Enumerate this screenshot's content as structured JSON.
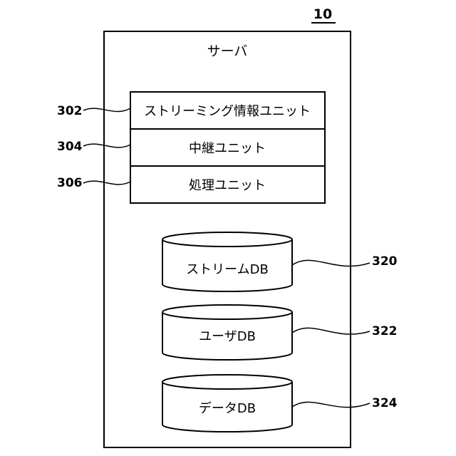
{
  "figure": {
    "number": "10"
  },
  "server": {
    "title": "サーバ"
  },
  "units": [
    {
      "label": "ストリーミング情報ユニット",
      "ref": "302"
    },
    {
      "label": "中継ユニット",
      "ref": "304"
    },
    {
      "label": "処理ユニット",
      "ref": "306"
    }
  ],
  "databases": [
    {
      "label": "ストリームDB",
      "ref": "320"
    },
    {
      "label": "ユーザDB",
      "ref": "322"
    },
    {
      "label": "データDB",
      "ref": "324"
    }
  ]
}
